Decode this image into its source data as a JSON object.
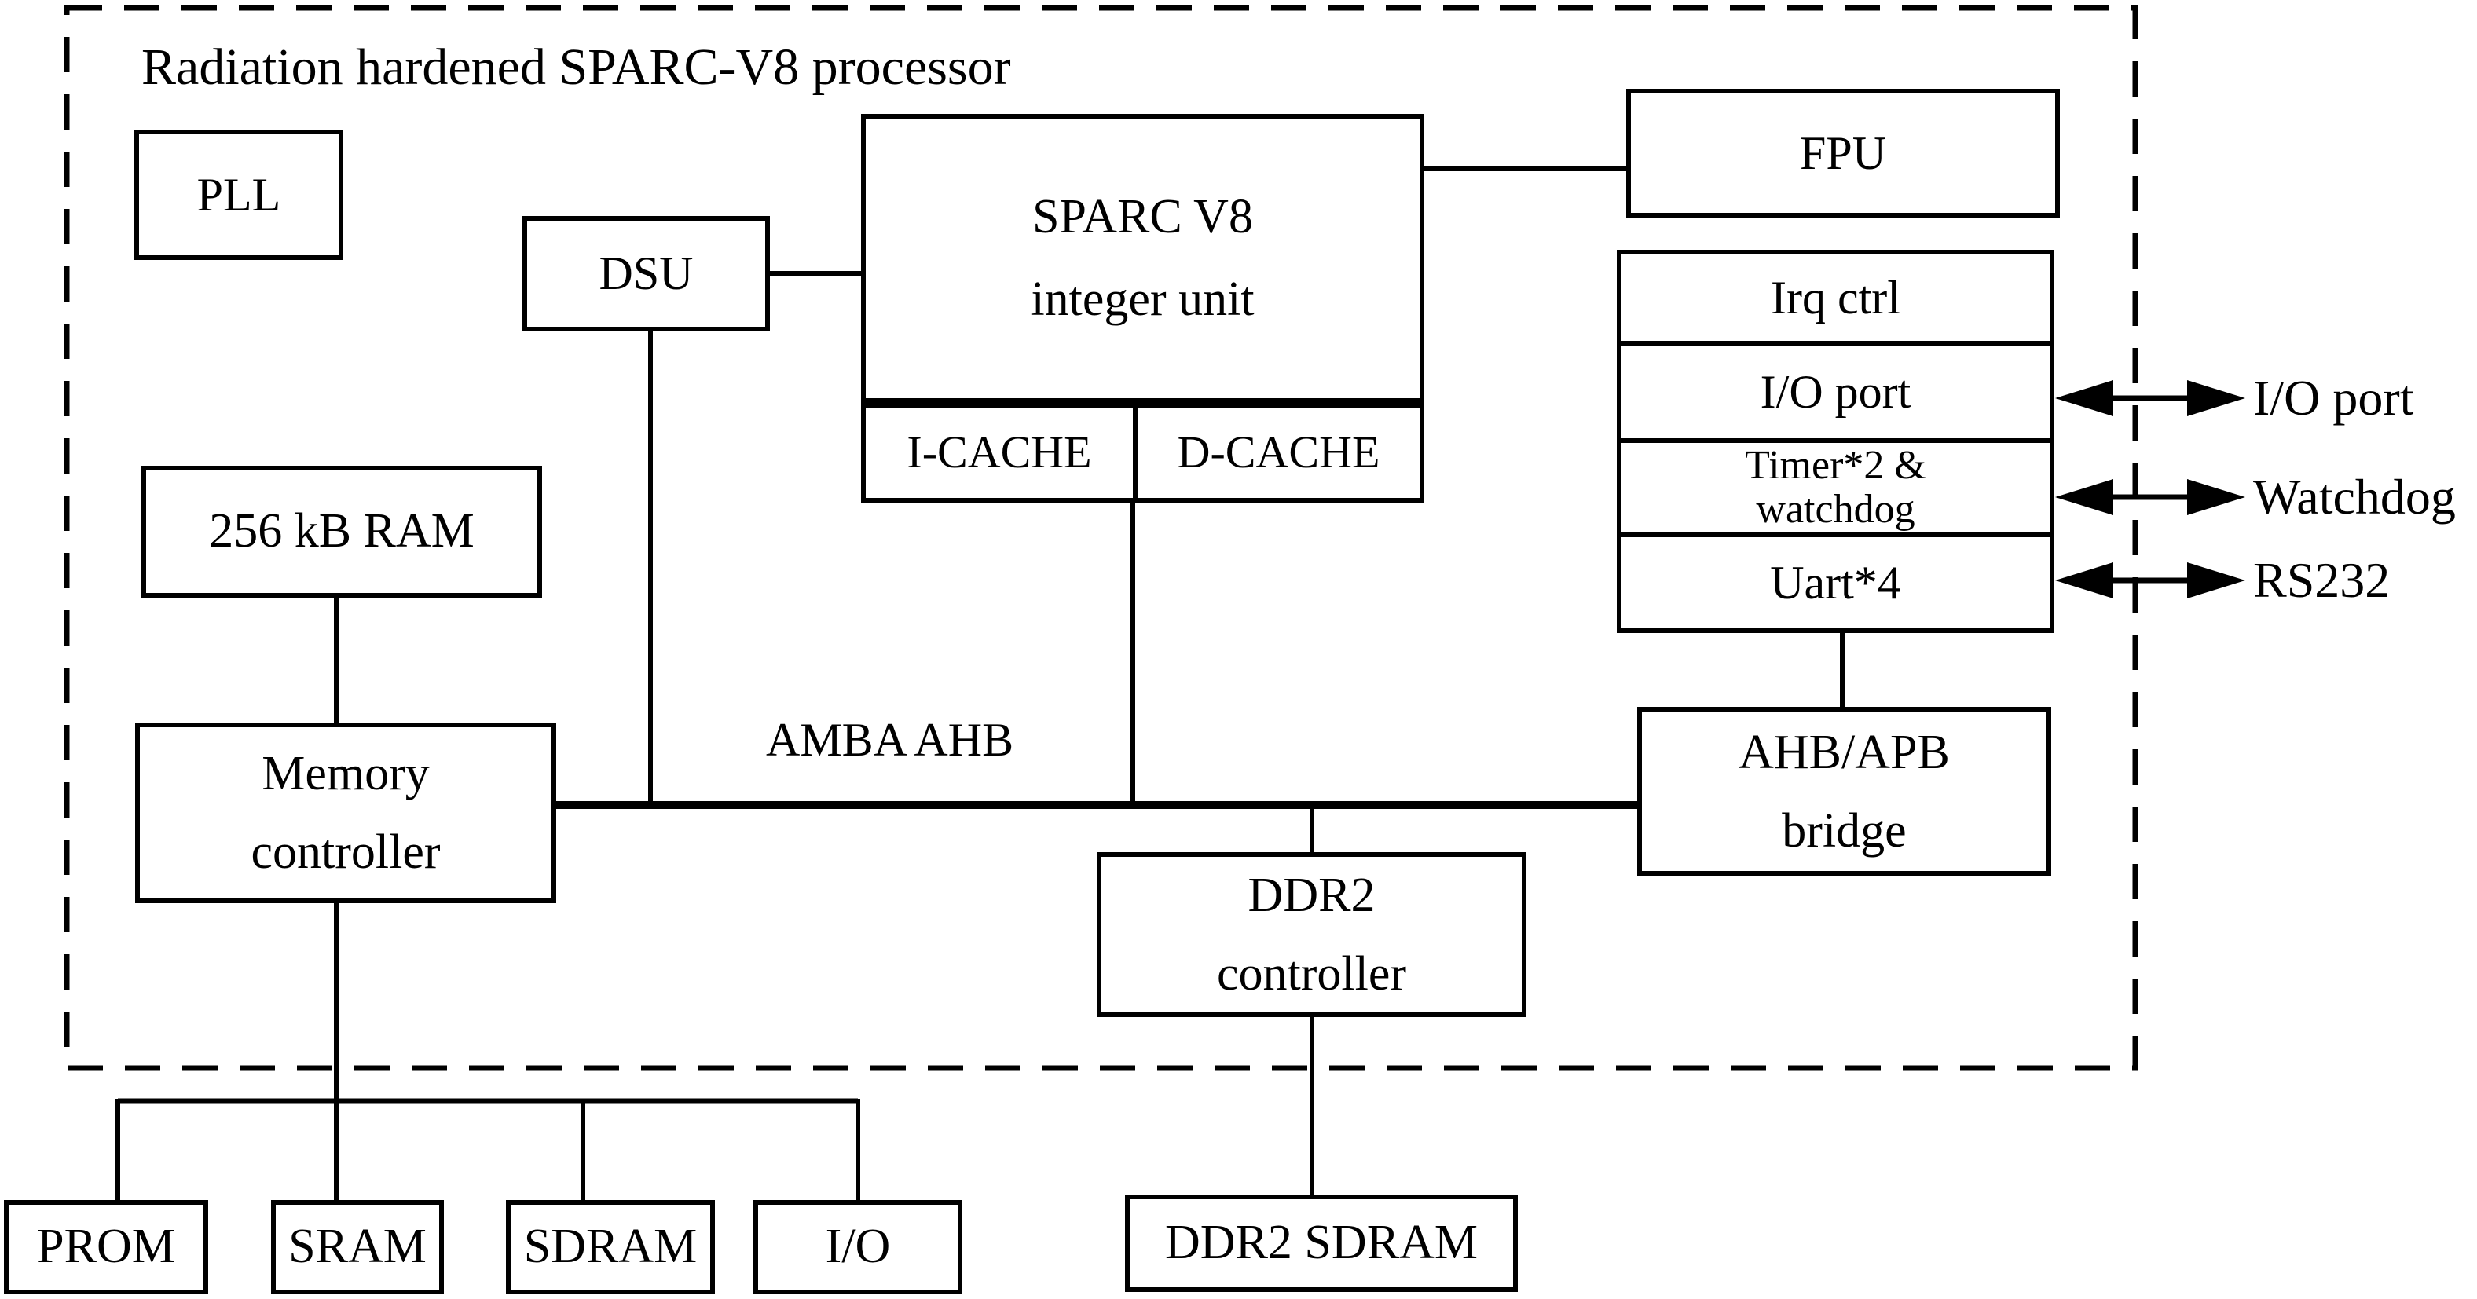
{
  "diagram": {
    "title": "Radiation hardened SPARC-V8 processor",
    "blocks": {
      "pll": "PLL",
      "dsu": "DSU",
      "sparc_line1": "SPARC V8",
      "sparc_line2": "integer unit",
      "icache": "I-CACHE",
      "dcache": "D-CACHE",
      "fpu": "FPU",
      "irq_ctrl": "Irq ctrl",
      "io_port": "I/O port",
      "timer_line1": "Timer*2 &",
      "timer_line2": "watchdog",
      "uart": "Uart*4",
      "ram": "256 kB RAM",
      "memctrl_line1": "Memory",
      "memctrl_line2": "controller",
      "bridge_line1": "AHB/APB",
      "bridge_line2": "bridge",
      "ddr2ctrl_line1": "DDR2",
      "ddr2ctrl_line2": "controller",
      "ddr2sdram": "DDR2 SDRAM",
      "prom": "PROM",
      "sram": "SRAM",
      "sdram": "SDRAM",
      "io": "I/O"
    },
    "bus_label": "AMBA AHB",
    "external_ports": [
      {
        "label": "I/O port"
      },
      {
        "label": "Watchdog"
      },
      {
        "label": "RS232"
      }
    ],
    "colors": {
      "line": "#000000",
      "background": "#ffffff"
    }
  }
}
